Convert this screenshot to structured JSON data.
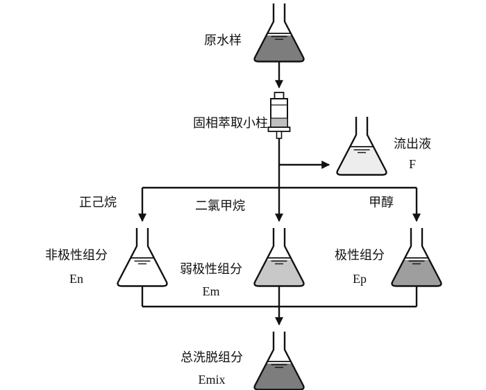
{
  "diagram": {
    "nodes": {
      "raw_sample": {
        "label": "原水样"
      },
      "spe_column": {
        "label": "固相萃取小柱"
      },
      "effluent": {
        "label": "流出液",
        "code": "F"
      },
      "solvents": {
        "hexane": "正己烷",
        "dcm": "二氯甲烷",
        "methanol": "甲醇"
      },
      "fractions": {
        "nonpolar": {
          "label": "非极性组分",
          "code": "En"
        },
        "weak_polar": {
          "label": "弱极性组分",
          "code": "Em"
        },
        "polar": {
          "label": "极性组分",
          "code": "Ep"
        },
        "total": {
          "label": "总洗脱组分",
          "code": "Emix"
        }
      }
    },
    "colors": {
      "line": "#111111",
      "raw_sample_fill": "#7d7d7d",
      "effluent_fill": "#ededed",
      "nonpolar_fill": "#ffffff",
      "weak_polar_fill": "#c8c8c8",
      "polar_fill": "#9e9e9e",
      "total_fill": "#7d7d7d",
      "frit_fill": "#bfbfbf"
    }
  }
}
